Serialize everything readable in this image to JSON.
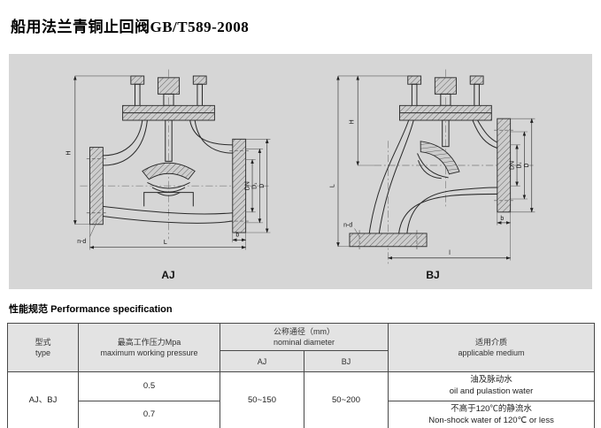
{
  "title": "船用法兰青铜止回阀GB/T589-2008",
  "drawings": {
    "aj": {
      "label": "AJ",
      "dims": {
        "H": "H",
        "L": "L",
        "DN": "DN",
        "D1": "D₁",
        "D": "D",
        "b": "b",
        "nd": "n-d"
      }
    },
    "bj": {
      "label": "BJ",
      "dims": {
        "H": "H",
        "L": "L",
        "l": "l",
        "DN": "DN",
        "D1": "D₁",
        "D": "D",
        "b": "b",
        "nd": "n-d"
      }
    }
  },
  "spec": {
    "heading_zh": "性能规范",
    "heading_en": "Performance specification",
    "table": {
      "headers": {
        "type_zh": "型式",
        "type_en": "type",
        "pressure_zh": "最高工作压力Mpa",
        "pressure_en": "maximum working pressure",
        "diameter_zh": "公称通径（mm）",
        "diameter_en": "nominal diameter",
        "aj": "AJ",
        "bj": "BJ",
        "medium_zh": "适用介质",
        "medium_en": "applicable medium"
      },
      "type_value": "AJ、BJ",
      "aj_range": "50~150",
      "bj_range": "50~200",
      "rows": [
        {
          "pressure": "0.5",
          "medium_zh": "油及脉动水",
          "medium_en": "oil and pulastion water"
        },
        {
          "pressure": "0.7",
          "medium_zh": "不高于120℃的静流水",
          "medium_en": "Non-shock water of 120℃ or less"
        }
      ]
    }
  }
}
